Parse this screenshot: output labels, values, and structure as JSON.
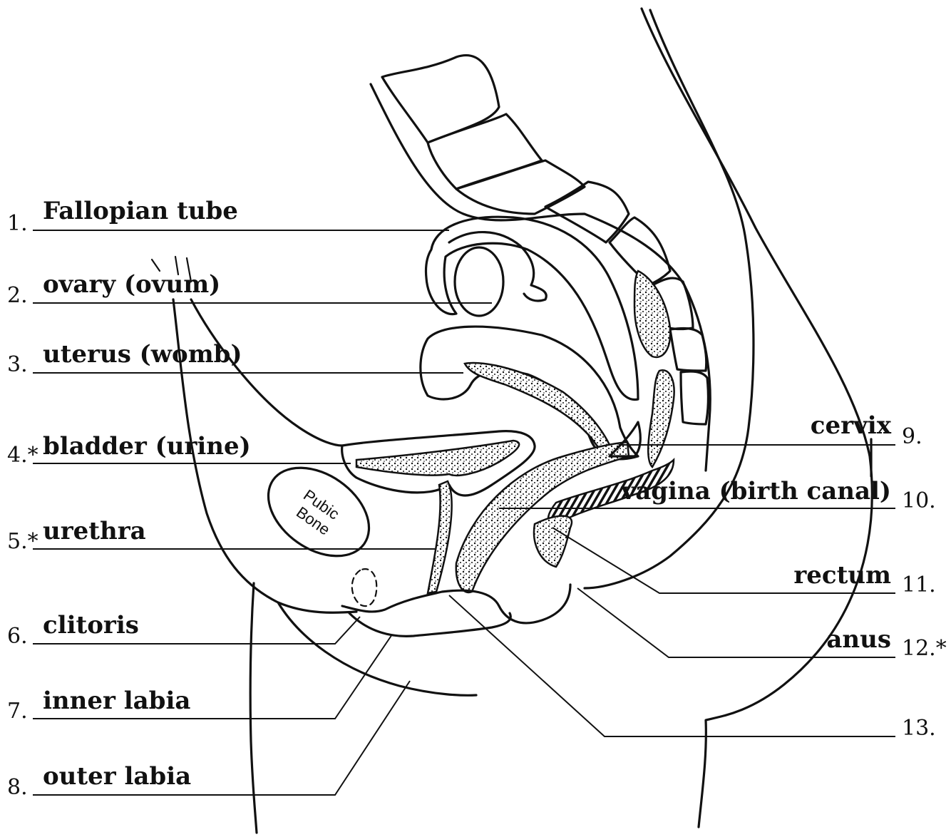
{
  "left_labels": [
    {
      "number": "1.",
      "text": "Fallopian tube"
    },
    {
      "number": "2.",
      "text": "ovary (ovum)"
    },
    {
      "number": "3.",
      "text": "uterus (womb)"
    },
    {
      "number": "4.*",
      "text": "bladder (urine)"
    },
    {
      "number": "5.*",
      "text": "urethra"
    },
    {
      "number": "6.",
      "text": "clitoris"
    },
    {
      "number": "7.",
      "text": "inner labia"
    },
    {
      "number": "8.",
      "text": "outer labia"
    }
  ],
  "right_labels": [
    {
      "number": "9.",
      "text": "cervix"
    },
    {
      "number": "10.",
      "text": "vagina (birth canal)"
    },
    {
      "number": "11.",
      "text": "rectum"
    },
    {
      "number": "12.*",
      "text": "anus"
    },
    {
      "number": "13.",
      "text": ""
    }
  ],
  "structure_text": {
    "pubic_bone_line1": "Pubic",
    "pubic_bone_line2": "Bone"
  }
}
